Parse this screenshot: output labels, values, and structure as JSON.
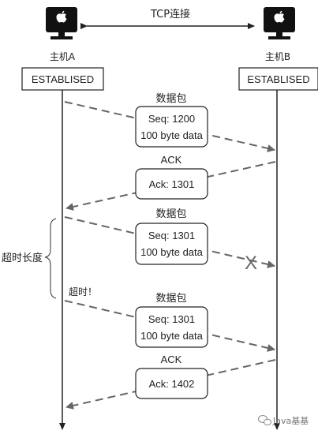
{
  "connection": {
    "label": "TCP连接"
  },
  "hosts": {
    "a": {
      "name": "主机A",
      "state": "ESTABLISED",
      "icon": "apple-computer-icon"
    },
    "b": {
      "name": "主机B",
      "state": "ESTABLISED",
      "icon": "apple-computer-icon"
    }
  },
  "messages": [
    {
      "title": "数据包",
      "line1": "Seq: 1200",
      "line2": "100 byte data"
    },
    {
      "title": "ACK",
      "line1": "Ack: 1301",
      "line2": ""
    },
    {
      "title": "数据包",
      "line1": "Seq: 1301",
      "line2": "100 byte data"
    },
    {
      "title": "数据包",
      "line1": "Seq: 1301",
      "line2": "100 byte data"
    },
    {
      "title": "ACK",
      "line1": "Ack: 1402",
      "line2": ""
    }
  ],
  "timeout": {
    "length_label": "超时长度",
    "event_label": "超时！"
  },
  "lost_marker": "X",
  "watermark": "Java基基",
  "colors": {
    "line": "#222222",
    "dash": "#666666",
    "box_border": "#222222"
  }
}
